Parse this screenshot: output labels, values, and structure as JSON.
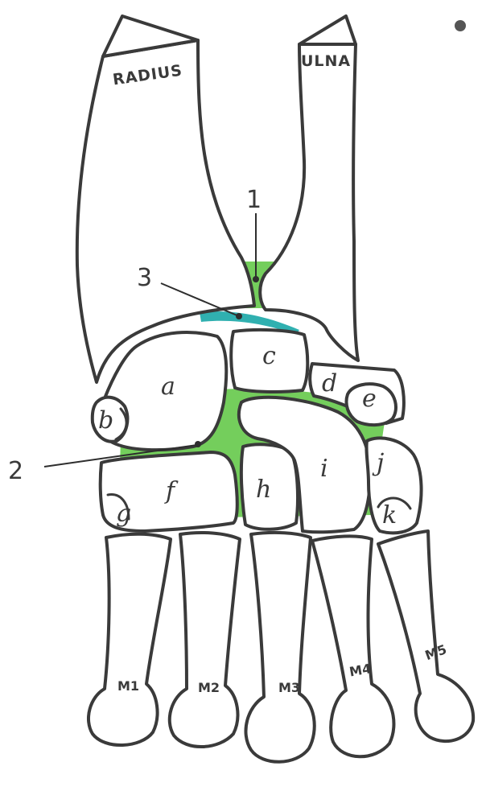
{
  "colors": {
    "outline": "#3a3a3a",
    "ligament_green": "#5cc63f",
    "ligament_teal": "#1aa7a7",
    "paper": "#ffffff"
  },
  "bones": {
    "radius": "RADIUS",
    "ulna": "ULNA"
  },
  "carpals": {
    "a": "a",
    "b": "b",
    "c": "c",
    "d": "d",
    "e": "e",
    "f": "f",
    "g": "g",
    "h": "h",
    "i": "i",
    "j": "j",
    "k": "k"
  },
  "metacarpals": {
    "m1": "M1",
    "m2": "M2",
    "m3": "M3",
    "m4": "M4",
    "m5": "M5"
  },
  "markers": {
    "one": "1",
    "two": "2",
    "three": "3"
  }
}
